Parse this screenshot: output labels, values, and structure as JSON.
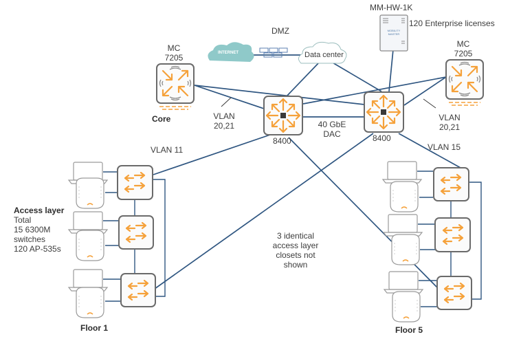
{
  "diagram": {
    "top": {
      "dmz_label": "DMZ",
      "internet_label": "INTERNET",
      "datacenter_label": "Data center",
      "mm_title": "MM-HW-1K",
      "mm_device_text": "MOBILITY MASTER",
      "licenses_label": "120 Enterprise licenses"
    },
    "core": {
      "left_mc": {
        "line1": "MC",
        "line2": "7205"
      },
      "right_mc": {
        "line1": "MC",
        "line2": "7205"
      },
      "core_label": "Core",
      "left_vlan": {
        "line1": "VLAN",
        "line2": "20,21"
      },
      "right_vlan": {
        "line1": "VLAN",
        "line2": "20,21"
      },
      "left_switch_label": "8400",
      "right_switch_label": "8400",
      "interlink": {
        "line1": "40 GbE",
        "line2": "DAC"
      }
    },
    "access": {
      "left_vlan_label": "VLAN 11",
      "right_vlan_label": "VLAN 15",
      "summary_title": "Access layer",
      "summary_lines": [
        "Total",
        "15 6300M",
        "switches",
        "120 AP-535s"
      ],
      "note_lines": [
        "3 identical",
        "access layer",
        "closets not",
        "shown"
      ],
      "floor_left": "Floor 1",
      "floor_right": "Floor 5"
    },
    "colors": {
      "link": "#2f5681",
      "accent": "#f5a13a",
      "cloud": "#8fc9c9",
      "device_border": "#6a6a6a"
    }
  }
}
